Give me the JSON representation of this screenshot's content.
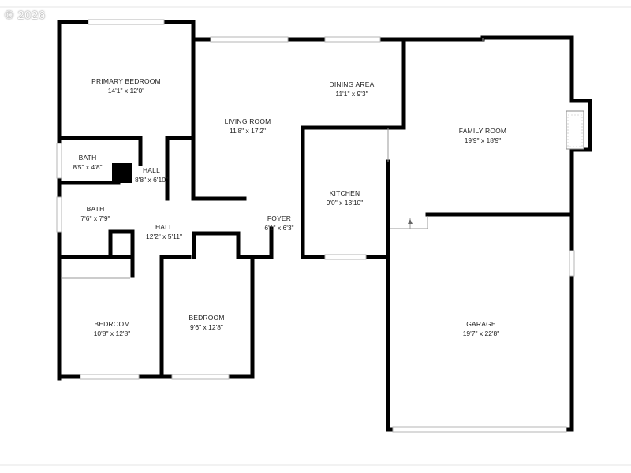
{
  "watermark": "© 2026",
  "colors": {
    "wall": "#000000",
    "window": "#c8c8c8",
    "background": "#ffffff"
  },
  "rooms": [
    {
      "name": "PRIMARY BEDROOM",
      "dims": "14'1\" x 12'0\""
    },
    {
      "name": "LIVING ROOM",
      "dims": "11'8\" x 17'2\""
    },
    {
      "name": "DINING AREA",
      "dims": "11'1\" x 9'3\""
    },
    {
      "name": "FAMILY ROOM",
      "dims": "19'9\" x 18'9\""
    },
    {
      "name": "BATH",
      "dims": "8'5\" x 4'8\""
    },
    {
      "name": "HALL",
      "dims": "8'8\" x 6'10\""
    },
    {
      "name": "KITCHEN",
      "dims": "9'0\" x 13'10\""
    },
    {
      "name": "BATH",
      "dims": "7'6\" x 7'9\""
    },
    {
      "name": "HALL",
      "dims": "12'2\" x 5'11\""
    },
    {
      "name": "FOYER",
      "dims": "6'1\" x 6'3\""
    },
    {
      "name": "BEDROOM",
      "dims": "10'8\" x 12'8\""
    },
    {
      "name": "BEDROOM",
      "dims": "9'6\" x 12'8\""
    },
    {
      "name": "GARAGE",
      "dims": "19'7\" x 22'8\""
    }
  ]
}
